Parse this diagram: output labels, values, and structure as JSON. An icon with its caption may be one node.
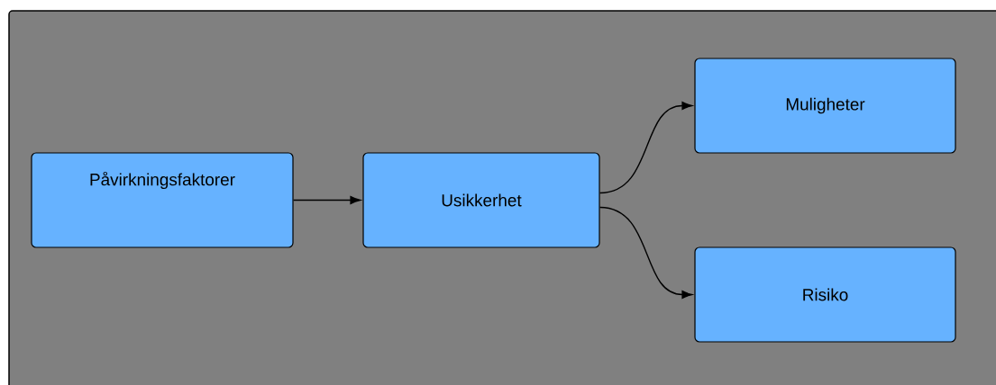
{
  "diagram": {
    "nodes": [
      {
        "text": [
          "Påvirkningsfaktorer"
        ]
      },
      {
        "text": [
          "Usikkerhet"
        ]
      },
      {
        "text": [
          "Muligheter"
        ]
      },
      {
        "text": [
          "Risiko"
        ]
      }
    ],
    "edges": [
      {
        "from": 0,
        "to": 1,
        "arrow": "to"
      },
      {
        "from": 1,
        "to": 2,
        "arrow": "to"
      },
      {
        "from": 1,
        "to": 3,
        "arrow": "to"
      }
    ]
  }
}
